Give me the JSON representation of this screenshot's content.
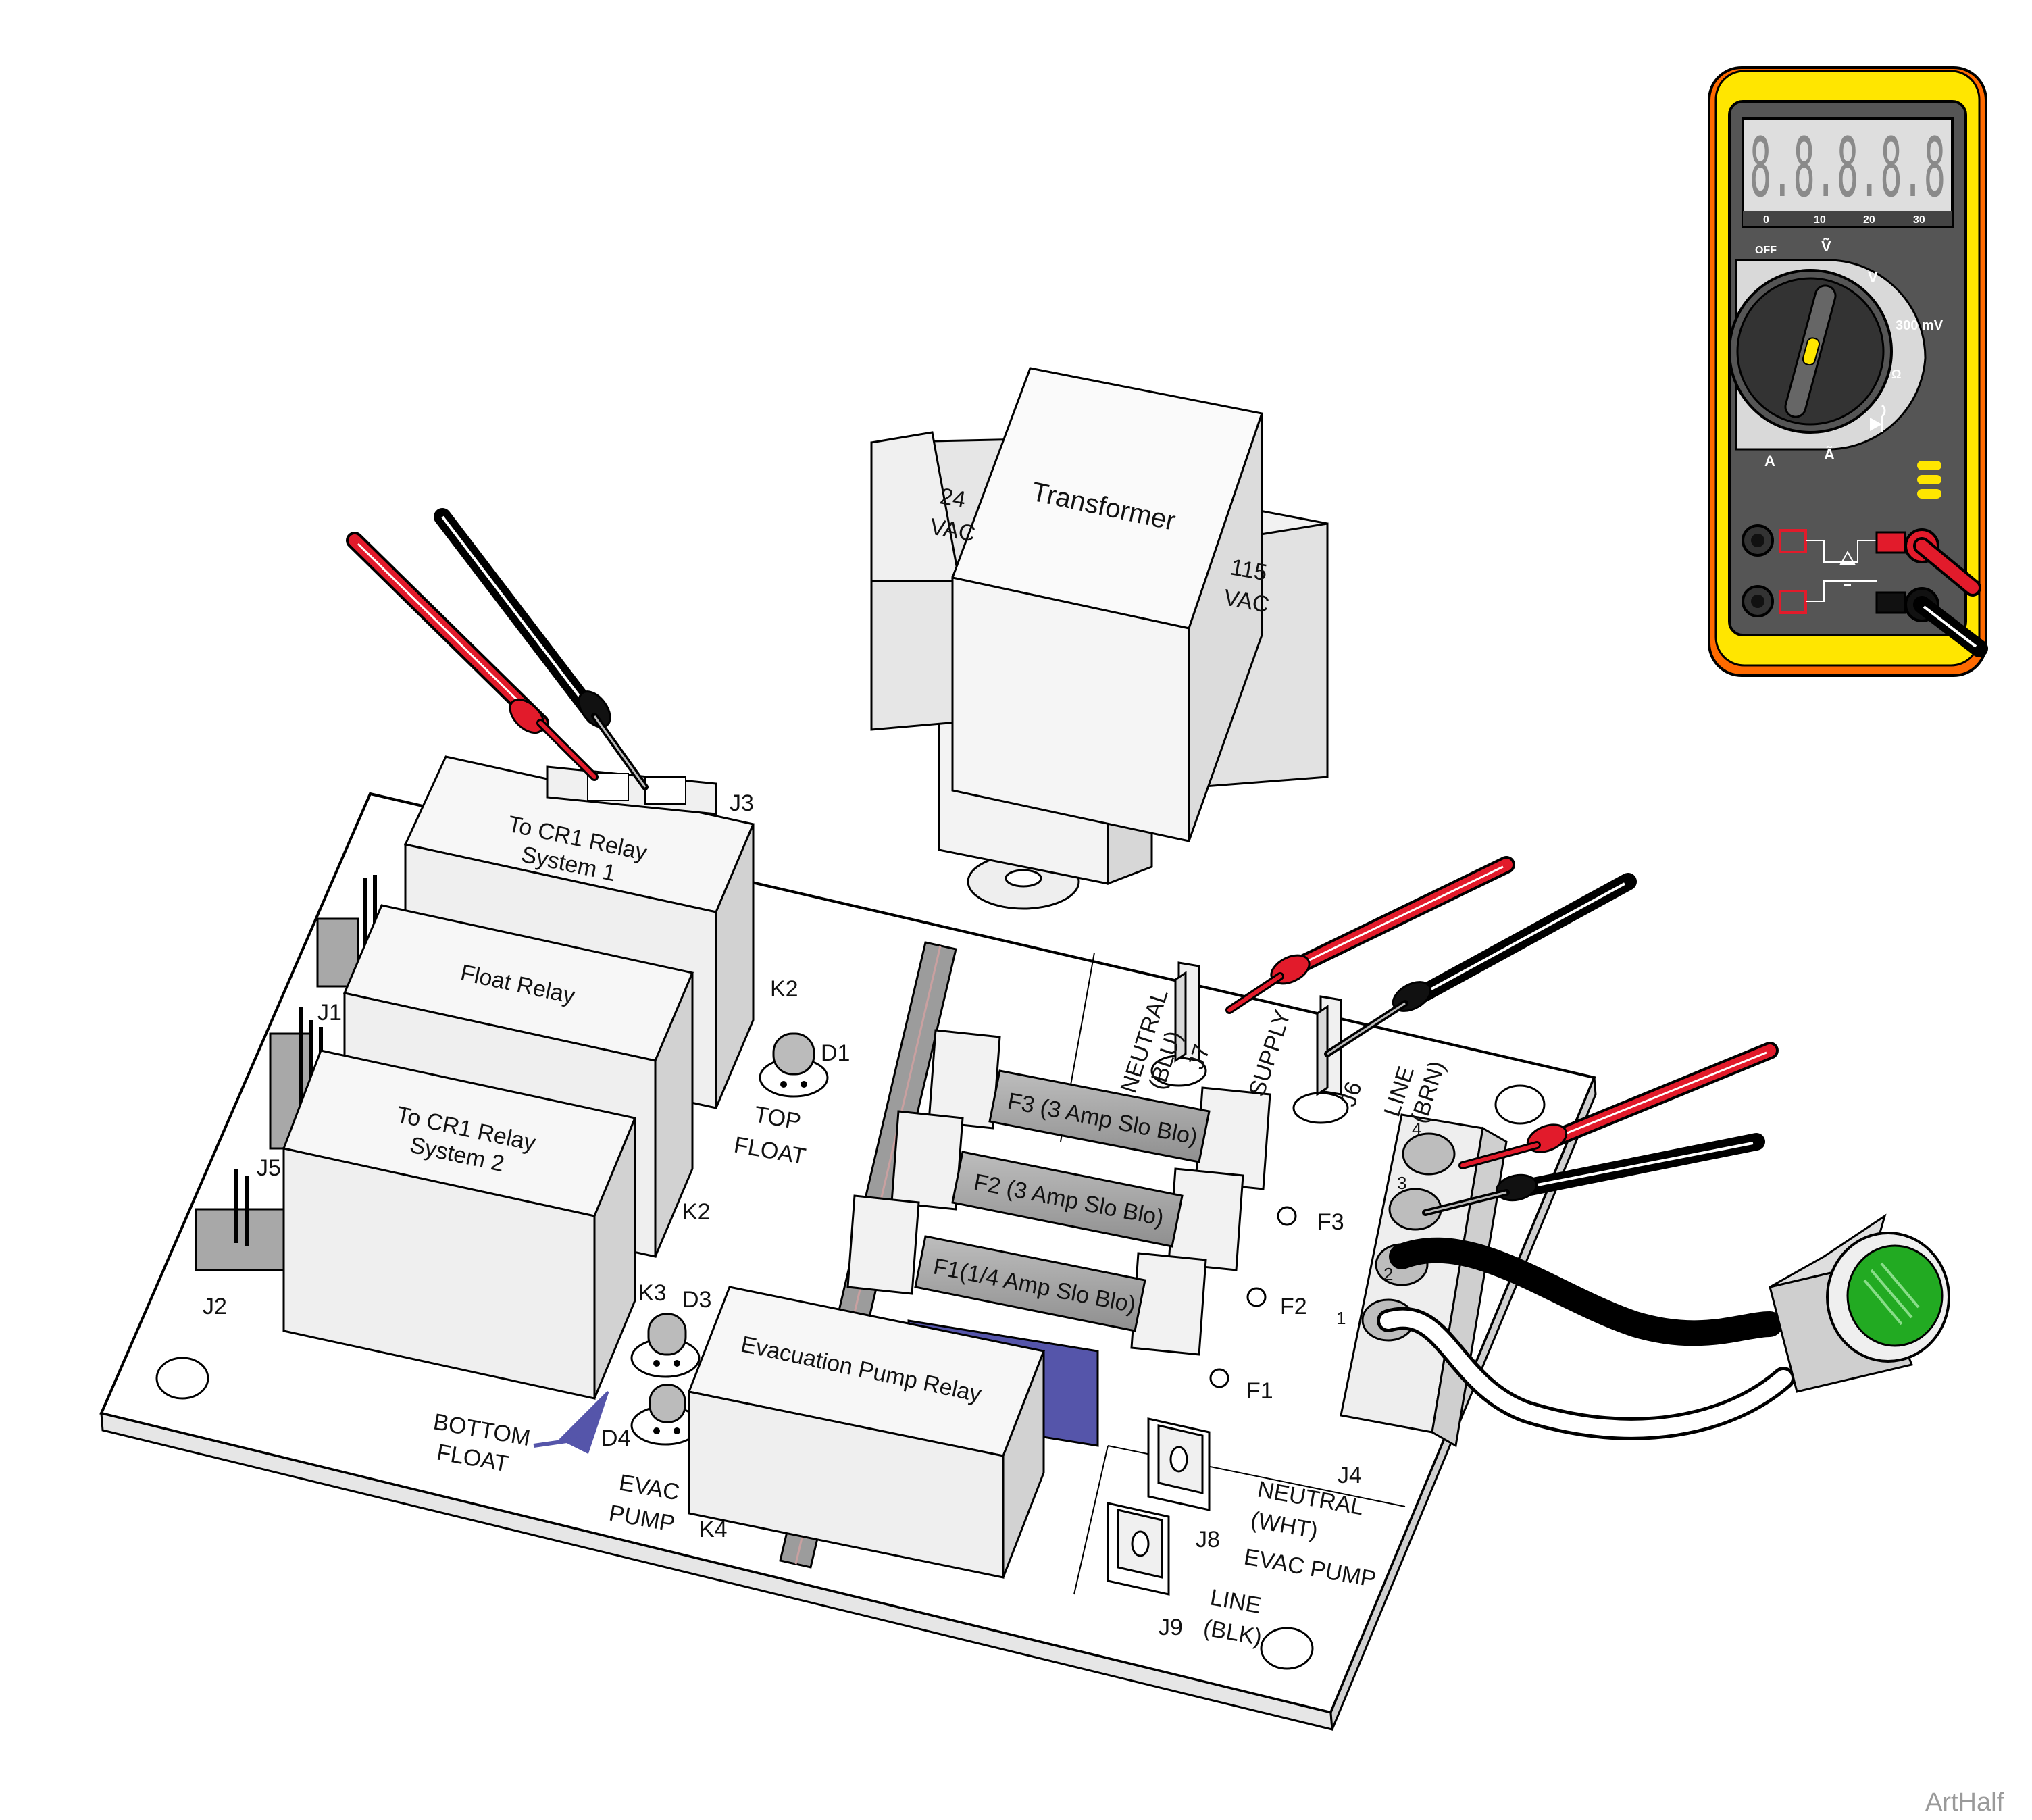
{
  "labels": {
    "transformer": "Transformer",
    "vac24_a": "24",
    "vac24_b": "VAC",
    "vac115_a": "115",
    "vac115_b": "VAC",
    "relay_cr1_s1_a": "To CR1 Relay",
    "relay_cr1_s1_b": "System 1",
    "relay_float": "Float Relay",
    "relay_cr1_s2_a": "To CR1 Relay",
    "relay_cr1_s2_b": "System 2",
    "relay_evac": "Evacuation Pump  Relay",
    "j1": "J1",
    "j2": "J2",
    "j3": "J3",
    "j4": "J4",
    "j5": "J5",
    "j6": "J6",
    "j7": "J7",
    "j8": "J8",
    "j9": "J9",
    "k2_top": "K2",
    "k2_mid": "K2",
    "k3": "K3",
    "k4": "K4",
    "d1": "D1",
    "d3": "D3",
    "d4": "D4",
    "top_float_a": "TOP",
    "top_float_b": "FLOAT",
    "bottom_float_a": "BOTTOM",
    "bottom_float_b": "FLOAT",
    "evac_pump_a": "EVAC",
    "evac_pump_b": "PUMP",
    "fuse_f3": "F3 (3 Amp Slo Blo)",
    "fuse_f2": "F2 (3 Amp Slo Blo)",
    "fuse_f1": "F1(1/4 Amp Slo Blo)",
    "f3": "F3",
    "f2": "F2",
    "f1": "F1",
    "neutral_blu_a": "NEUTRAL",
    "neutral_blu_b": "(BLU)",
    "supply": "SUPPLY",
    "line_brn_a": "LINE",
    "line_brn_b": "(BRN)",
    "t4": "4",
    "t3": "3",
    "t2": "2",
    "t1": "1",
    "neutral_wht_a": "NEUTRAL",
    "neutral_wht_b": "(WHT)",
    "evac_pump_term": "EVAC PUMP",
    "line_blk_a": "LINE",
    "line_blk_b": "(BLK)",
    "credit": "ArtHalf"
  },
  "meter": {
    "display": "8.8.8.8.8",
    "scale_0": "0",
    "scale_10": "10",
    "scale_20": "20",
    "scale_30": "30",
    "off": "OFF",
    "v_ac": "Ṽ",
    "v_dc": "V",
    "mv": "300 mV",
    "ohm": "Ω",
    "a_dc": "A",
    "a_ac": "Ã"
  },
  "colors": {
    "probe_red": "#e21b2b",
    "probe_black": "#111111",
    "meter_yellow": "#ffe600",
    "meter_orange": "#ff6a00",
    "meter_body": "#555555",
    "lamp_green": "#22aa22",
    "relay_blue": "#5555aa"
  }
}
